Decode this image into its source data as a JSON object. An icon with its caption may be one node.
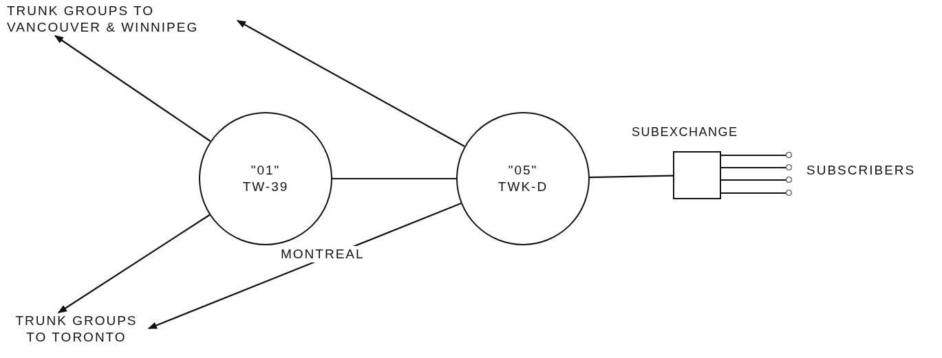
{
  "diagram": {
    "nodes": [
      {
        "text": [
          "\"01\" TW-39"
        ]
      },
      {
        "text": [
          "\"05\" TWK-D"
        ]
      },
      {
        "text": [
          "SUBEXCHANGE"
        ]
      },
      {
        "text": [],
        "shape": "circle"
      },
      {
        "text": [],
        "shape": "circle"
      },
      {
        "text": [],
        "shape": "circle"
      },
      {
        "text": [],
        "shape": "circle"
      },
      {
        "text": [
          "TRUNK GROUPS TO VANCOUVER & WINNIPEG"
        ]
      },
      {
        "text": [
          "TRUNK GROUPS TO TORONTO"
        ]
      }
    ],
    "edges": [
      {
        "from": 0,
        "to": 7,
        "arrow": "to"
      },
      {
        "from": 0,
        "to": 8,
        "arrow": "to"
      },
      {
        "from": 0,
        "to": 1,
        "arrow": "none"
      },
      {
        "from": 1,
        "to": 7,
        "arrow": "to"
      },
      {
        "from": 1,
        "to": 8,
        "arrow": "to"
      },
      {
        "from": 1,
        "to": 2,
        "arrow": "none"
      },
      {
        "from": 2,
        "to": 3,
        "arrow": "none"
      },
      {
        "from": 2,
        "to": 4,
        "arrow": "none"
      },
      {
        "from": 2,
        "to": 5,
        "arrow": "none"
      },
      {
        "from": 2,
        "to": 6,
        "arrow": "none"
      }
    ],
    "labels": [
      "MONTREAL",
      "SUBSCRIBERS"
    ]
  }
}
